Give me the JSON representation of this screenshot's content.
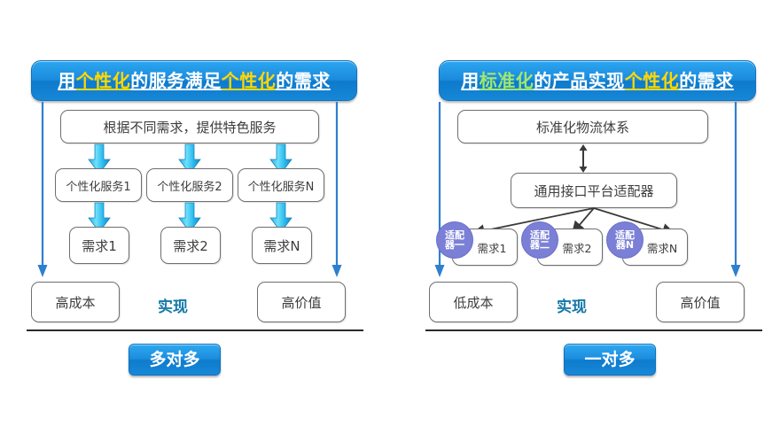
{
  "colors": {
    "header_blue": "#1B8BDD",
    "accent_yellow": "#FFD800",
    "accent_green": "#9FE870",
    "adapter_purple": "#7B80D6",
    "shixian_teal": "#1578A8",
    "box_border": "#6F6F6F",
    "side_arrow_blue": "#2E7FD0",
    "block_arrow_cyan": "#35C3F3"
  },
  "left_panel": {
    "header": {
      "segments": [
        {
          "text": "用",
          "style": "white"
        },
        {
          "text": "个性化",
          "style": "yellow"
        },
        {
          "text": "的服务满足",
          "style": "white"
        },
        {
          "text": "个性化",
          "style": "yellow"
        },
        {
          "text": "的",
          "style": "white"
        },
        {
          "text": "需求",
          "style": "white"
        }
      ],
      "full_text": "用个性化的服务满足个性化的需求"
    },
    "top_box": "根据不同需求，提供特色服务",
    "services": [
      "个性化服务1",
      "个性化服务2",
      "个性化服务N"
    ],
    "demands": [
      "需求1",
      "需求2",
      "需求N"
    ],
    "cost_box": "高成本",
    "value_box": "高价值",
    "center_label": "实现",
    "bottom_button": "多对多"
  },
  "right_panel": {
    "header": {
      "segments": [
        {
          "text": "用",
          "style": "white"
        },
        {
          "text": "标准化",
          "style": "green"
        },
        {
          "text": "的产品实现",
          "style": "white"
        },
        {
          "text": "个性化",
          "style": "yellow"
        },
        {
          "text": "的",
          "style": "white"
        },
        {
          "text": "需求",
          "style": "white"
        }
      ],
      "full_text": "用标准化的产品实现个性化的需求"
    },
    "top_box": "标准化物流体系",
    "platform_box": "通用接口平台适配器",
    "adapters": [
      {
        "line1": "适配",
        "line2": "器一"
      },
      {
        "line1": "适配",
        "line2": "器二"
      },
      {
        "line1": "适配",
        "line2": "器N"
      }
    ],
    "demands": [
      "需求1",
      "需求2",
      "需求N"
    ],
    "cost_box": "低成本",
    "value_box": "高价值",
    "center_label": "实现",
    "bottom_button": "一对多"
  }
}
